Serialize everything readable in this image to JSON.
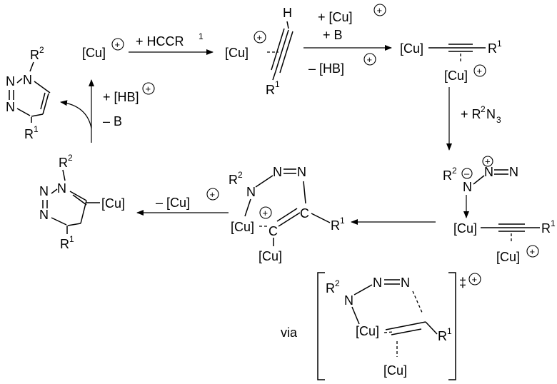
{
  "labels": {
    "cu": "[Cu]",
    "plus": "+",
    "minus": "–",
    "r": "R",
    "one": "1",
    "two": "2",
    "three": "3",
    "n": "N",
    "c": "C",
    "h": "H",
    "dagger": "‡"
  },
  "reagents": {
    "hccr_prefix": "+ HCCR",
    "cu_plus_prefix": "+ [Cu]",
    "b_plus": "+ B",
    "hb_minus_prefix": "– [HB]",
    "r2n3_prefix": "+ R",
    "r2n3_n": "N",
    "cu_minus_prefix": "– [Cu]",
    "hb_plus_prefix": "+ [HB]",
    "b_minus": "– B",
    "via": "via"
  }
}
